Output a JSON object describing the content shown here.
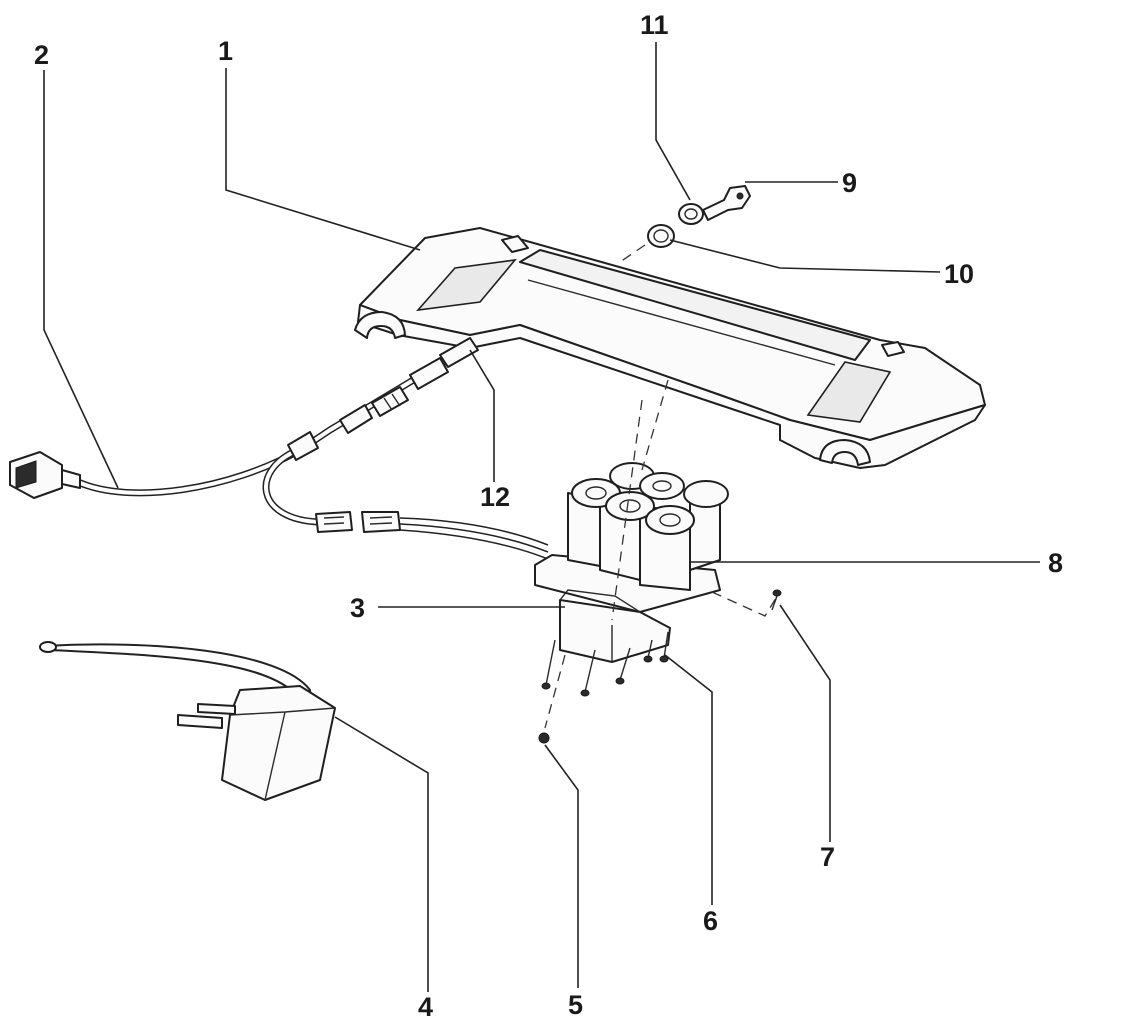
{
  "callouts": [
    {
      "id": "1",
      "label": "1",
      "part": "handle-housing"
    },
    {
      "id": "2",
      "label": "2",
      "part": "power-cable"
    },
    {
      "id": "3",
      "label": "3",
      "part": "mounting-bracket"
    },
    {
      "id": "4",
      "label": "4",
      "part": "plug-adapter"
    },
    {
      "id": "5",
      "label": "5",
      "part": "nut"
    },
    {
      "id": "6",
      "label": "6",
      "part": "screws"
    },
    {
      "id": "7",
      "label": "7",
      "part": "screw"
    },
    {
      "id": "8",
      "label": "8",
      "part": "battery-pack"
    },
    {
      "id": "9",
      "label": "9",
      "part": "key"
    },
    {
      "id": "10",
      "label": "10",
      "part": "lock-nut"
    },
    {
      "id": "11",
      "label": "11",
      "part": "lock-cylinder"
    },
    {
      "id": "12",
      "label": "12",
      "part": "cable-connector"
    }
  ],
  "colors": {
    "ink": "#1f1f1f",
    "paper": "#ffffff"
  }
}
